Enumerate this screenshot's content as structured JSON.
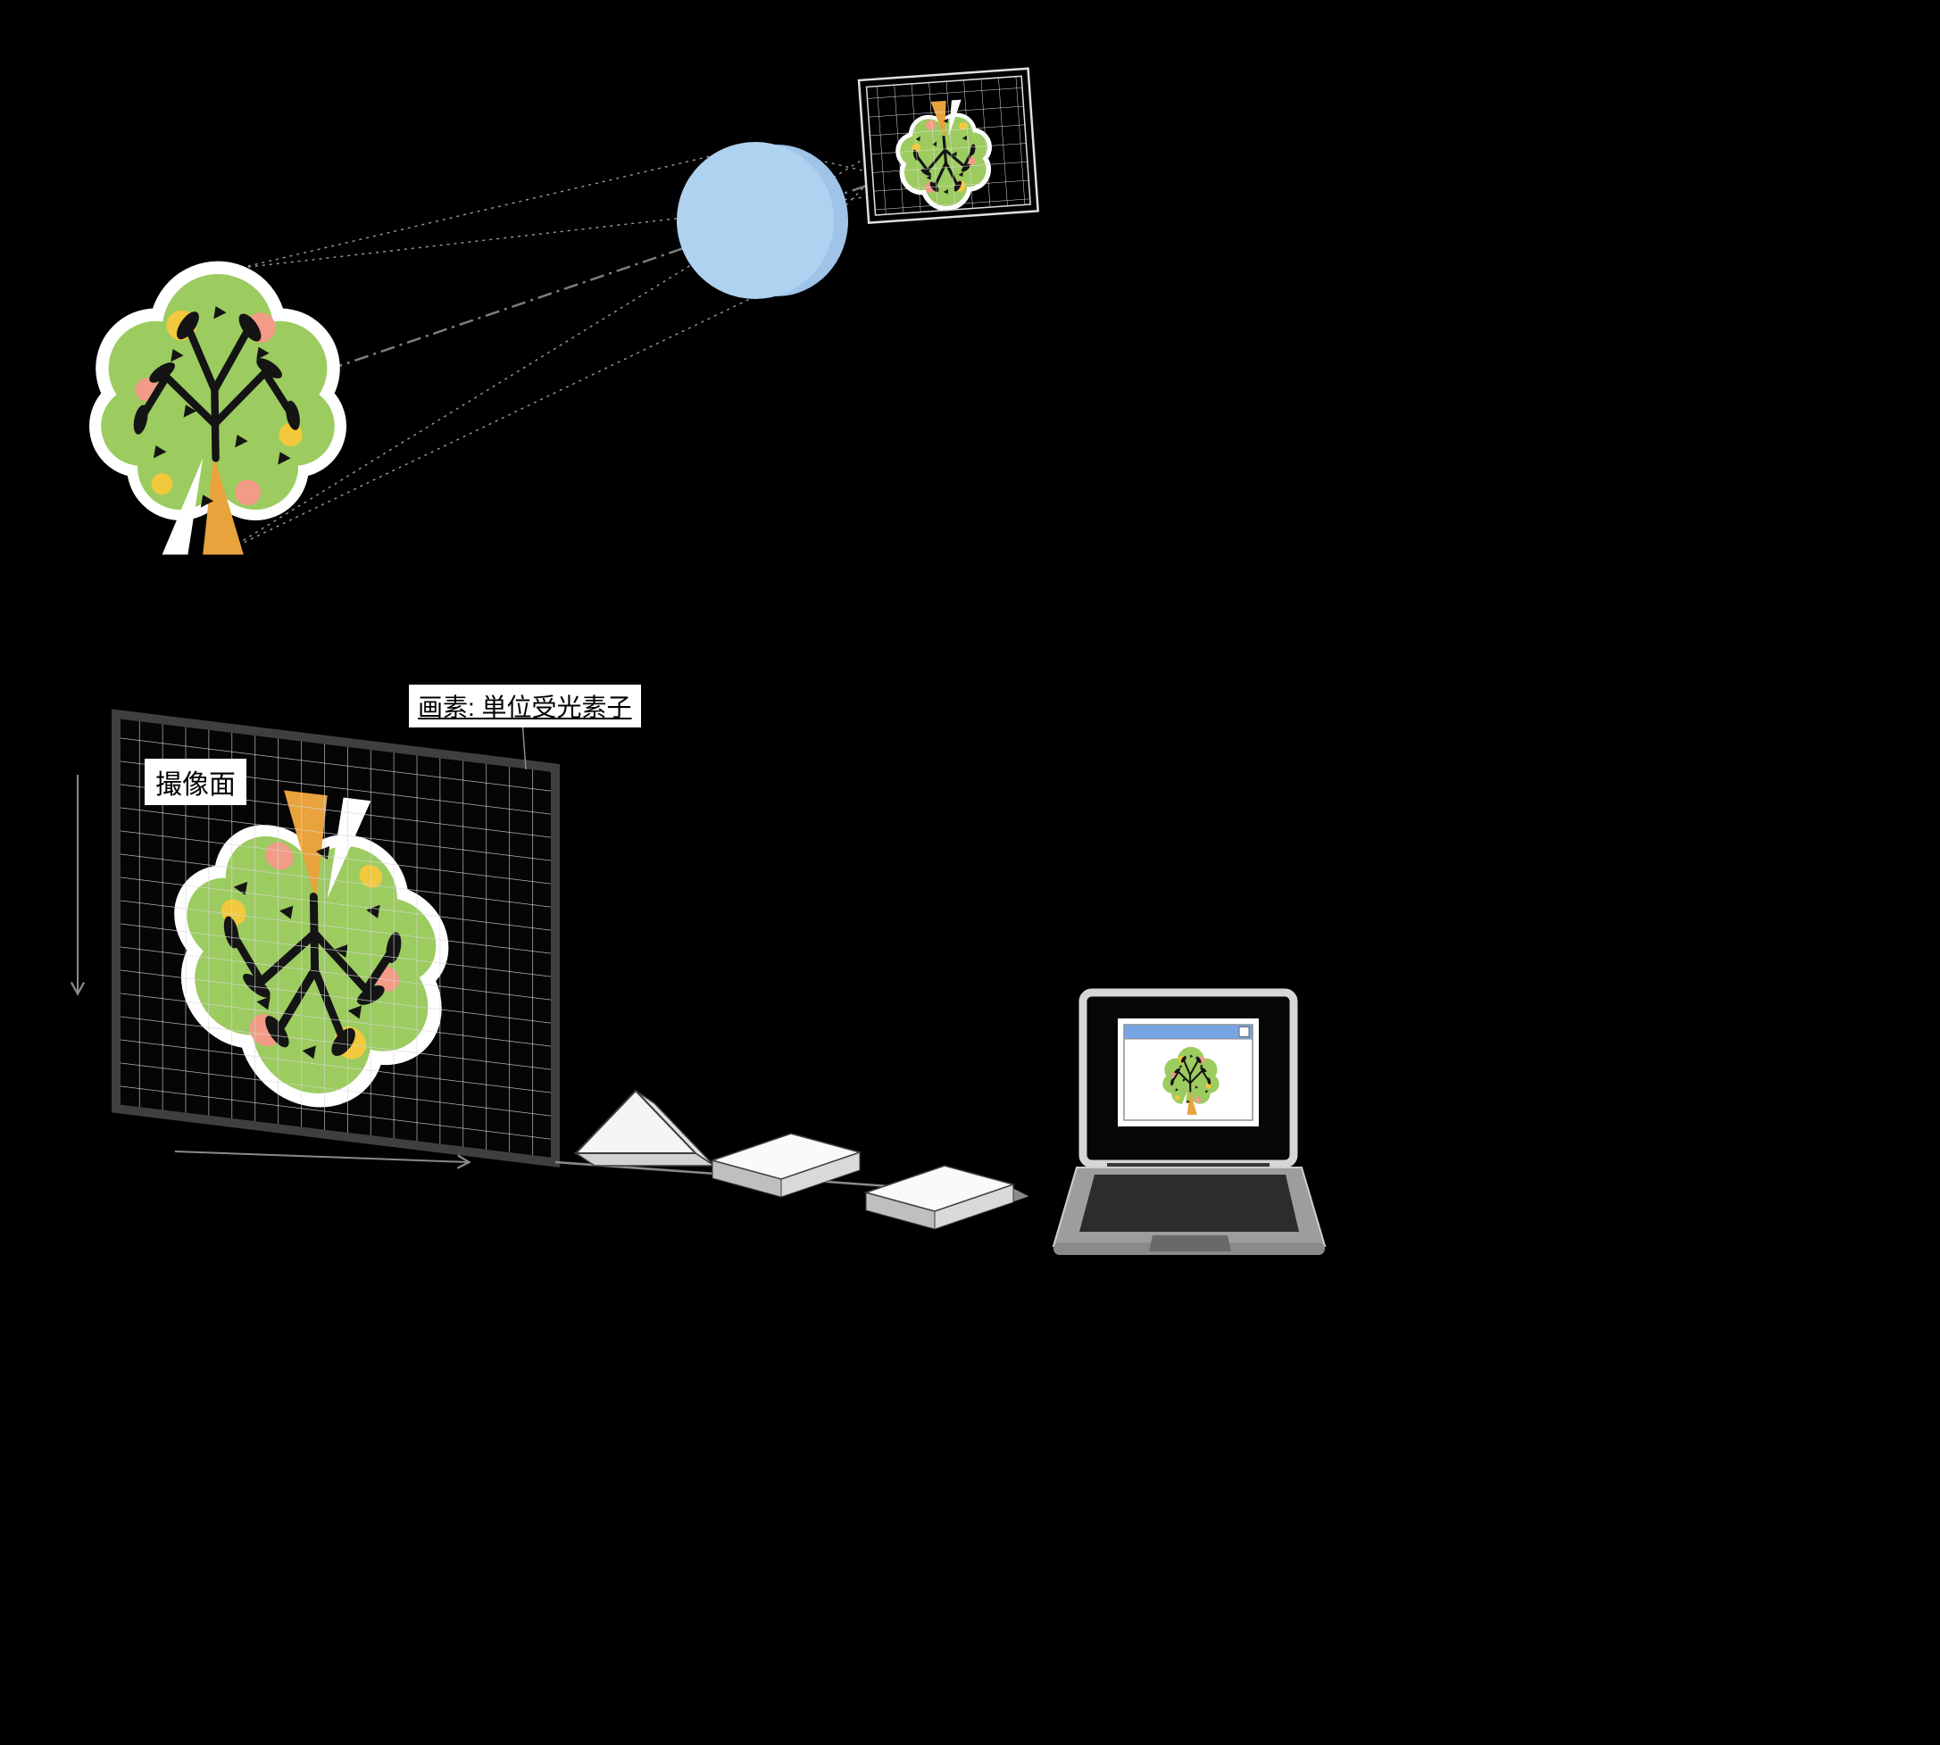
{
  "labels": {
    "imaging_plane": "撮像面",
    "pixel_caption": "画素: 単位受光素子"
  },
  "colors": {
    "background": "#000000",
    "lens_fill": "#AFD2F0",
    "lens_edge": "#9FC4E8",
    "tree_foliage": "#9CCB60",
    "tree_trunk": "#E8A33D",
    "tree_accent_yellow": "#F2C83C",
    "tree_accent_salmon": "#F29B86",
    "grid_lines": "#D8D8D8",
    "ray_lines": "#9A9A9A",
    "window_titlebar": "#77A5E3"
  },
  "icons": {
    "object_tree": "tree-clipart",
    "sensor_tree": "tree-clipart-inverted",
    "imaging_plane_tree": "tree-clipart-inverted",
    "laptop_screen_tree": "tree-clipart",
    "lens": "lens-ellipse",
    "amplifier": "triangle-prism",
    "processing_blocks": "flat-3d-boxes",
    "computer": "laptop"
  }
}
